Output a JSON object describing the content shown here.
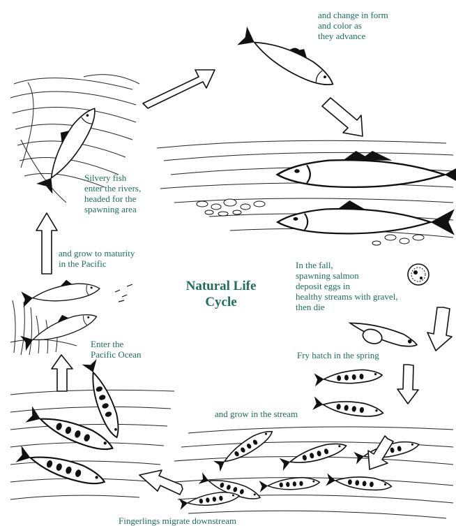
{
  "title": "Natural Life\nCycle",
  "colors": {
    "text": "#1d6e5c",
    "ink": "#111111",
    "arrow_fill": "#ffffff"
  },
  "stages": [
    {
      "id": "change",
      "text": "and change in form\nand color as\nthey advance"
    },
    {
      "id": "spawn",
      "text": "In the fall,\nspawning salmon\ndeposit eggs in\nhealthy streams with gravel,\nthen die"
    },
    {
      "id": "fry",
      "text": "Fry hatch in the spring"
    },
    {
      "id": "grow-stream",
      "text": "and grow in the stream"
    },
    {
      "id": "fingerlings",
      "text": "Fingerlings migrate downstream"
    },
    {
      "id": "enter-ocean",
      "text": "Enter the\nPacific Ocean"
    },
    {
      "id": "maturity",
      "text": "and grow to maturity\nin the Pacific"
    },
    {
      "id": "rivers",
      "text": "Silvery fish\nenter the rivers,\nheaded for the\nspawning area"
    }
  ],
  "illustrations": [
    {
      "id": "spawning-adult",
      "icon": "salmon-icon"
    },
    {
      "id": "spawning-pair",
      "icon": "salmon-pair-icon"
    },
    {
      "id": "egg",
      "icon": "egg-icon"
    },
    {
      "id": "alevin",
      "icon": "alevin-icon"
    },
    {
      "id": "fry",
      "icon": "fry-icon"
    },
    {
      "id": "stream-fish",
      "icon": "fingerling-icon"
    },
    {
      "id": "ocean-fish",
      "icon": "fish-school-icon"
    },
    {
      "id": "river-fish",
      "icon": "salmon-icon"
    }
  ]
}
